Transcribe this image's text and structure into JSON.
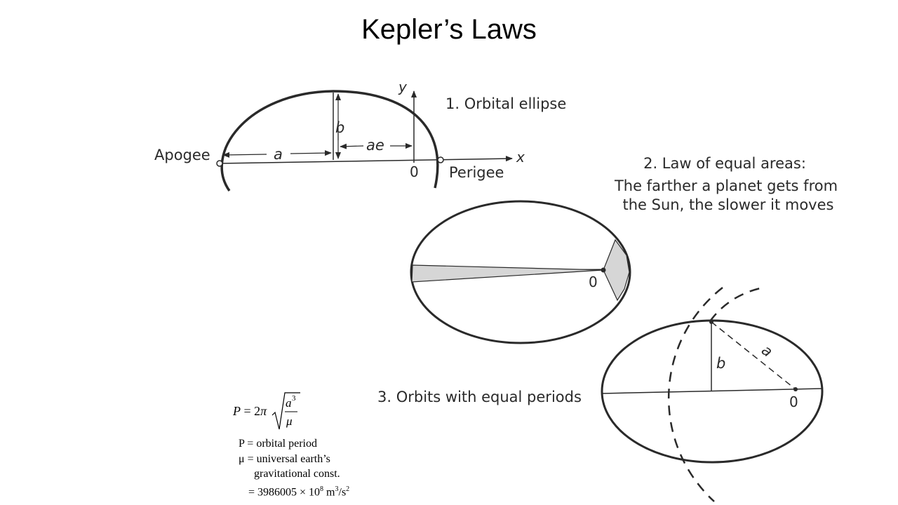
{
  "title": "Kepler’s Laws",
  "law1": {
    "heading": "1. Orbital ellipse",
    "apogee": "Apogee",
    "perigee": "Perigee",
    "label_a": "a",
    "label_b": "b",
    "label_ae": "ae",
    "label_x": "x",
    "label_y": "y",
    "label_origin": "0"
  },
  "law2": {
    "line1": "2. Law of equal areas:",
    "line2": "The farther a planet gets from",
    "line3": "the Sun, the slower it moves",
    "label_origin": "0"
  },
  "law3": {
    "heading": "3. Orbits with equal periods",
    "label_a": "a",
    "label_b": "b",
    "label_origin": "0"
  },
  "formula": {
    "lhs": "P",
    "equals": "=",
    "coefficient": "2",
    "pi": "π",
    "numerator_base": "a",
    "numerator_exp": "3",
    "denominator": "μ"
  },
  "legend": {
    "line1": "P = orbital period",
    "line2": "μ = universal earth’s",
    "line3": "gravitational const.",
    "line4_prefix": "= 3986005 × 10",
    "line4_exp": "8",
    "line4_unit": " m",
    "line4_unit_exp": "3",
    "line4_suffix": "/s",
    "line4_suffix_exp": "2"
  }
}
